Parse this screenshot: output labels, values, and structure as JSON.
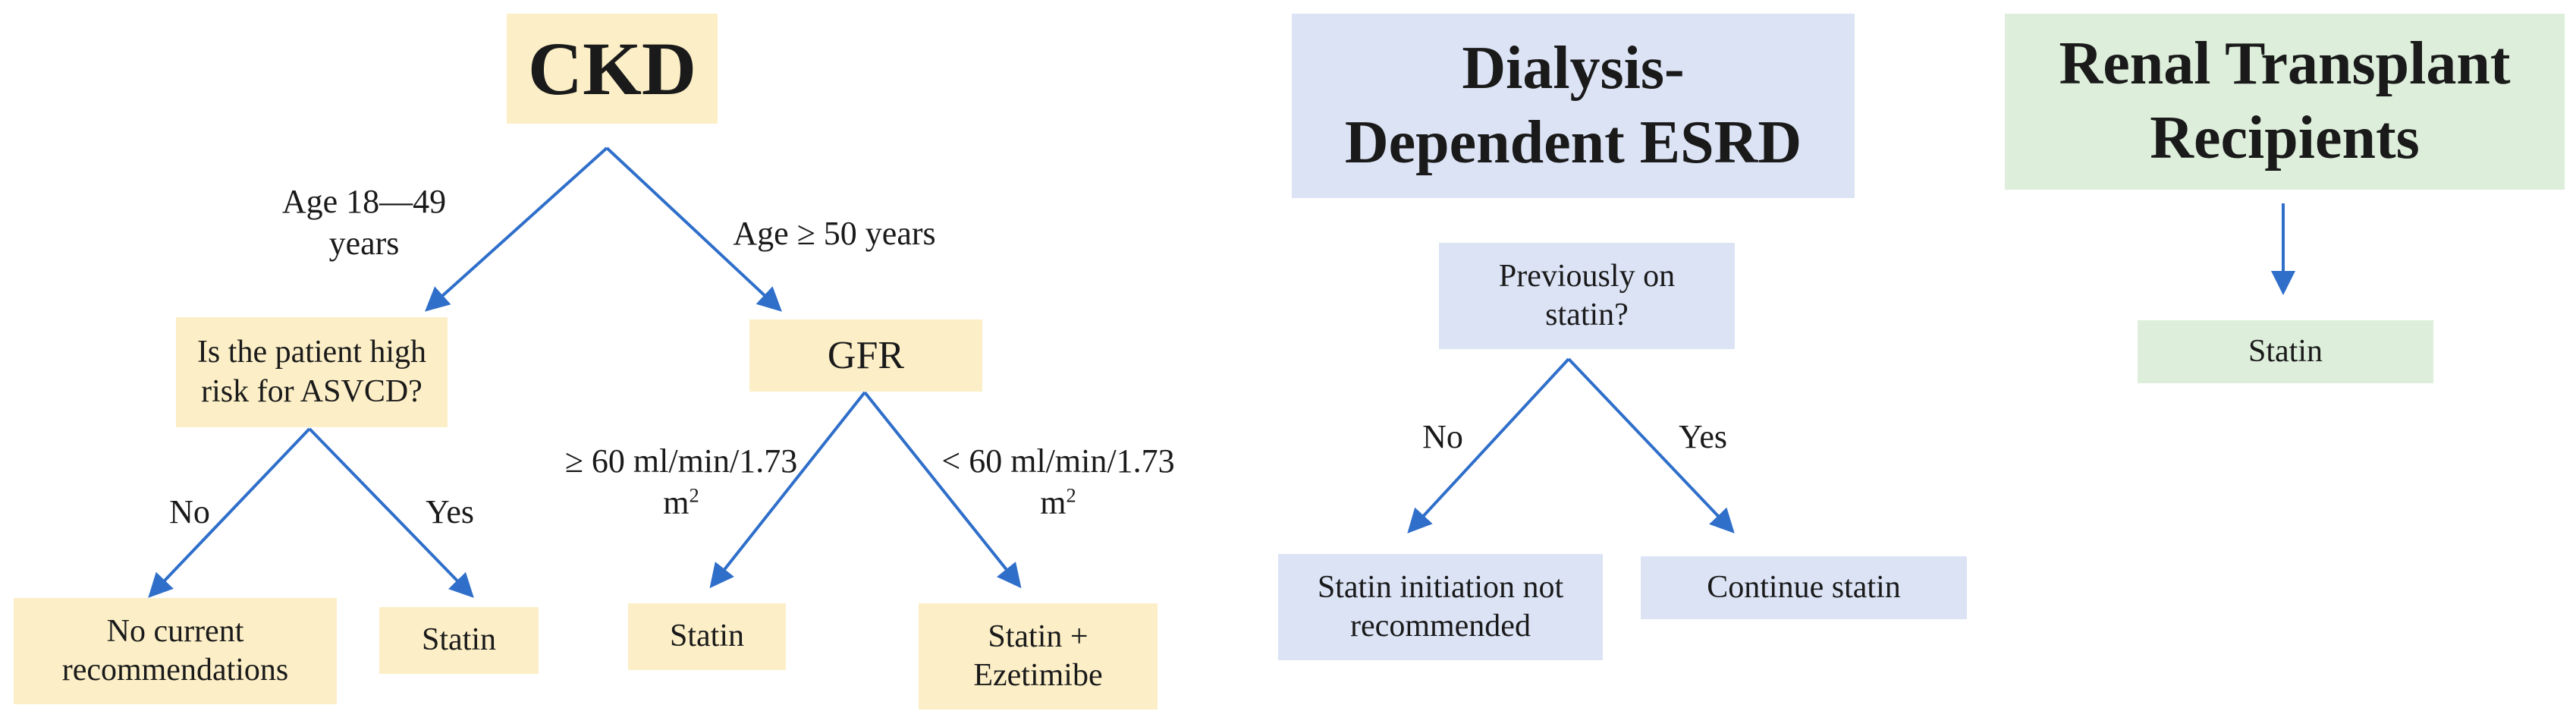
{
  "panels": {
    "ckd": {
      "title": "CKD",
      "branch_left": "Age 18—49 years",
      "branch_right": "Age ≥ 50 years",
      "risk_question": "Is the patient high risk for ASVCD?",
      "no_label": "No",
      "yes_label": "Yes",
      "no_result": "No current recommendations",
      "yes_result": "Statin",
      "gfr": "GFR",
      "gfr_high": "≥ 60 ml/min/1.73 m2",
      "gfr_low": "< 60 ml/min/1.73 m2",
      "gfr_high_result": "Statin",
      "gfr_low_result": "Statin + Ezetimibe"
    },
    "dialysis": {
      "title": "Dialysis-Dependent ESRD",
      "question": "Previously on statin?",
      "no_label": "No",
      "yes_label": "Yes",
      "no_result": "Statin initiation not recommended",
      "yes_result": "Continue statin"
    },
    "transplant": {
      "title": "Renal Transplant Recipients",
      "result": "Statin"
    }
  },
  "colors": {
    "ckd_box": "#fcefc7",
    "dialysis_box": "#dbe3f5",
    "transplant_box": "#ddefdb",
    "arrow": "#2f6fca"
  }
}
